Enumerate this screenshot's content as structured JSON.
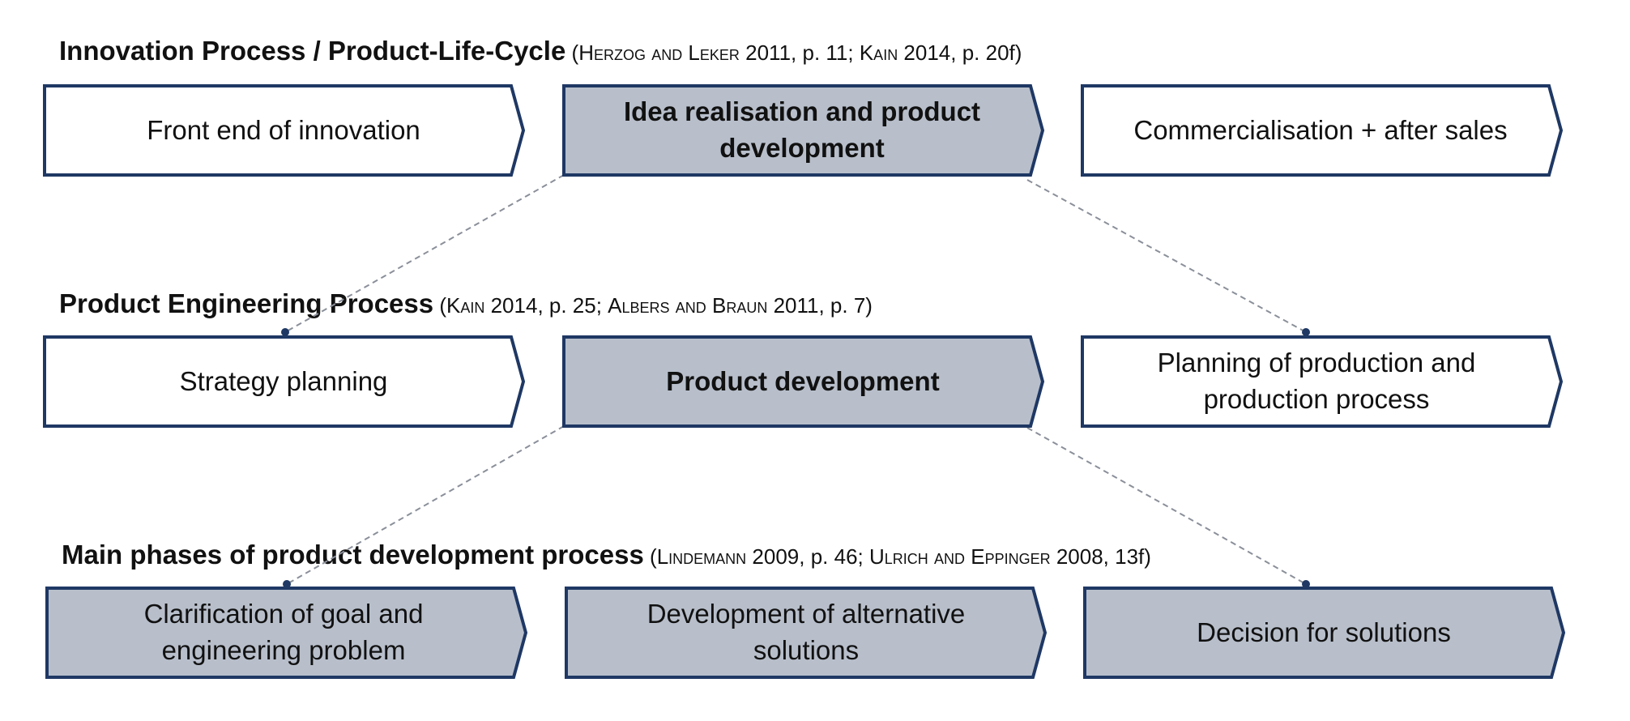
{
  "rows": [
    {
      "title": "Innovation Process / Product-Life-Cycle",
      "citation": {
        "open": " (",
        "a1": "Herzog and Leker",
        "a1_rest": " 2011, p. 11; ",
        "a2": "Kain",
        "a2_rest": " 2014, p. 20f)"
      },
      "boxes": [
        {
          "label": "Front end of innovation",
          "highlighted": false
        },
        {
          "label": "Idea realisation and product development",
          "highlighted": true
        },
        {
          "label": "Commercialisation + after sales",
          "highlighted": false
        }
      ]
    },
    {
      "title": "Product Engineering Process",
      "citation": {
        "open": " (",
        "a1": "Kain",
        "a1_rest": " 2014, p. 25; ",
        "a2": "Albers and Braun",
        "a2_rest": " 2011, p. 7)"
      },
      "boxes": [
        {
          "label": "Strategy planning",
          "highlighted": false
        },
        {
          "label": "Product development",
          "highlighted": true
        },
        {
          "label": "Planning of production and production process",
          "highlighted": false
        }
      ]
    },
    {
      "title": "Main phases of product development process",
      "citation": {
        "open": " (",
        "a1": "Lindemann",
        "a1_rest": " 2009, p. 46; ",
        "a2": "Ulrich and Eppinger",
        "a2_rest": " 2008, 13f)"
      },
      "boxes": [
        {
          "label": "Clarification of goal and engineering problem",
          "highlighted": true
        },
        {
          "label": "Development of alternative solutions",
          "highlighted": true
        },
        {
          "label": "Decision for solutions",
          "highlighted": true
        }
      ]
    }
  ],
  "colors": {
    "border": "#1f3864",
    "highlight_fill": "#b8bfcb",
    "plain_fill": "#ffffff",
    "connector": "#8a8f99"
  }
}
